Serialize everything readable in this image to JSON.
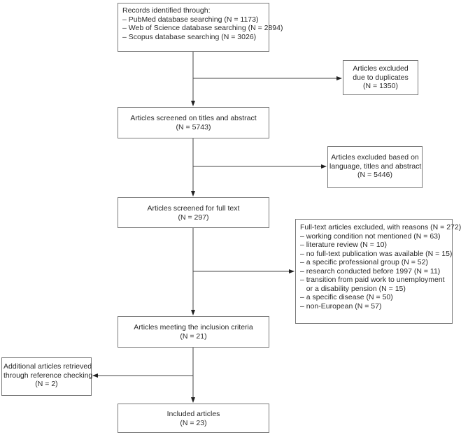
{
  "records": {
    "title": "Records identified through:",
    "items": [
      "– PubMed database searching (N = 1173)",
      "– Web of Science database searching (N = 2894)",
      "– Scopus database searching (N = 3026)"
    ]
  },
  "duplicates": {
    "lines": [
      "Articles excluded",
      "due to duplicates",
      "(N = 1350)"
    ]
  },
  "screened_titles": {
    "lines": [
      "Articles screened on titles and abstract",
      "(N = 5743)"
    ]
  },
  "excluded_language": {
    "lines": [
      "Articles excluded based on",
      "language, titles and abstract",
      "(N = 5446)"
    ]
  },
  "screened_full": {
    "lines": [
      "Articles screened for full text",
      "(N = 297)"
    ]
  },
  "fulltext_excluded": {
    "title": "Full-text articles excluded,  with reasons (N = 272)",
    "items": [
      "– working condition not mentioned (N = 63)",
      "– literature review (N = 10)",
      "– no full-text publication was available (N = 15)",
      "– a specific professional group (N = 52)",
      "– research conducted before 1997 (N = 11)",
      "– transition from paid work to unemployment",
      "   or a disability pension (N = 15)",
      "– a specific disease (N = 50)",
      "– non-European (N = 57)"
    ]
  },
  "inclusion": {
    "lines": [
      "Articles meeting the inclusion criteria",
      "(N = 21)"
    ]
  },
  "additional": {
    "lines": [
      "Additional articles retrieved",
      "through reference checking",
      "(N = 2)"
    ]
  },
  "included": {
    "lines": [
      "Included articles",
      "(N = 23)"
    ]
  }
}
